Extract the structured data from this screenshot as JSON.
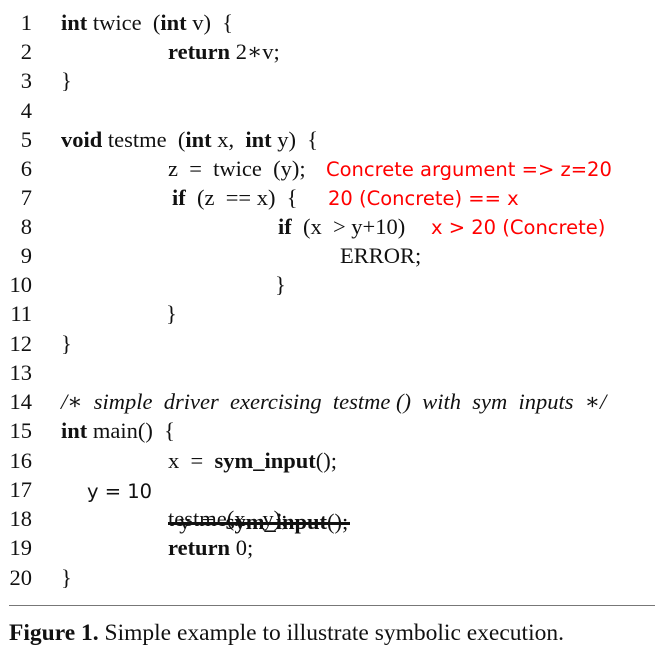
{
  "listing": {
    "lines": [
      {
        "num": "1",
        "parts": [
          {
            "t": "int",
            "s": "kw"
          },
          {
            "t": " twice  (",
            "s": ""
          },
          {
            "t": "int",
            "s": "kw"
          },
          {
            "t": " v)  {",
            "s": ""
          }
        ]
      },
      {
        "num": "2",
        "parts": [
          {
            "t": "return",
            "s": "kw"
          },
          {
            "t": " 2∗v;",
            "s": ""
          }
        ]
      },
      {
        "num": "3",
        "parts": [
          {
            "t": "}",
            "s": ""
          }
        ]
      },
      {
        "num": "4",
        "parts": []
      },
      {
        "num": "5",
        "parts": [
          {
            "t": "void",
            "s": "kw"
          },
          {
            "t": " testme  (",
            "s": ""
          },
          {
            "t": "int",
            "s": "kw"
          },
          {
            "t": " x,  ",
            "s": ""
          },
          {
            "t": "int",
            "s": "kw"
          },
          {
            "t": " y)  {",
            "s": ""
          }
        ]
      },
      {
        "num": "6",
        "parts": [
          {
            "t": "z  =  twice  (y);",
            "s": ""
          }
        ]
      },
      {
        "num": "7",
        "parts": [
          {
            "t": "if",
            "s": "kw"
          },
          {
            "t": "  (z  == x)  {",
            "s": ""
          }
        ]
      },
      {
        "num": "8",
        "parts": [
          {
            "t": "if",
            "s": "kw"
          },
          {
            "t": "  (x  > y+10)",
            "s": ""
          }
        ]
      },
      {
        "num": "9",
        "parts": [
          {
            "t": "ERROR;",
            "s": ""
          }
        ]
      },
      {
        "num": "10",
        "parts": [
          {
            "t": "}",
            "s": ""
          }
        ]
      },
      {
        "num": "11",
        "parts": [
          {
            "t": "}",
            "s": ""
          }
        ]
      },
      {
        "num": "12",
        "parts": [
          {
            "t": "}",
            "s": ""
          }
        ]
      },
      {
        "num": "13",
        "parts": []
      },
      {
        "num": "14",
        "parts": [
          {
            "t": "/∗  simple  driver  exercising  testme ()  with  sym  inputs  ∗/",
            "s": "cm"
          }
        ]
      },
      {
        "num": "15",
        "parts": [
          {
            "t": "int",
            "s": "kw"
          },
          {
            "t": " main()  {",
            "s": ""
          }
        ]
      },
      {
        "num": "16",
        "parts": [
          {
            "t": "x  =  ",
            "s": ""
          },
          {
            "t": "sym_input",
            "s": "kw"
          },
          {
            "t": "();",
            "s": ""
          }
        ]
      },
      {
        "num": "17",
        "parts": []
      },
      {
        "num": "18",
        "parts": [
          {
            "t": "testme(x,  y);",
            "s": ""
          }
        ]
      },
      {
        "num": "19",
        "parts": [
          {
            "t": "return",
            "s": "kw"
          },
          {
            "t": " 0;",
            "s": ""
          }
        ]
      },
      {
        "num": "20",
        "parts": [
          {
            "t": "}",
            "s": ""
          }
        ]
      }
    ],
    "struck_line": {
      "prefix": "y  =  ",
      "fn": "sym_input",
      "suffix": "();"
    }
  },
  "annotations": {
    "line6": "Concrete argument => z=20",
    "line7": "20 (Concrete) == x",
    "line8": "x > 20 (Concrete)",
    "line17": "y = 10"
  },
  "colors": {
    "annotation": "#ff0000",
    "text": "#111111"
  },
  "caption": {
    "label": "Figure 1.",
    "text": "Simple example to illustrate symbolic execution."
  }
}
